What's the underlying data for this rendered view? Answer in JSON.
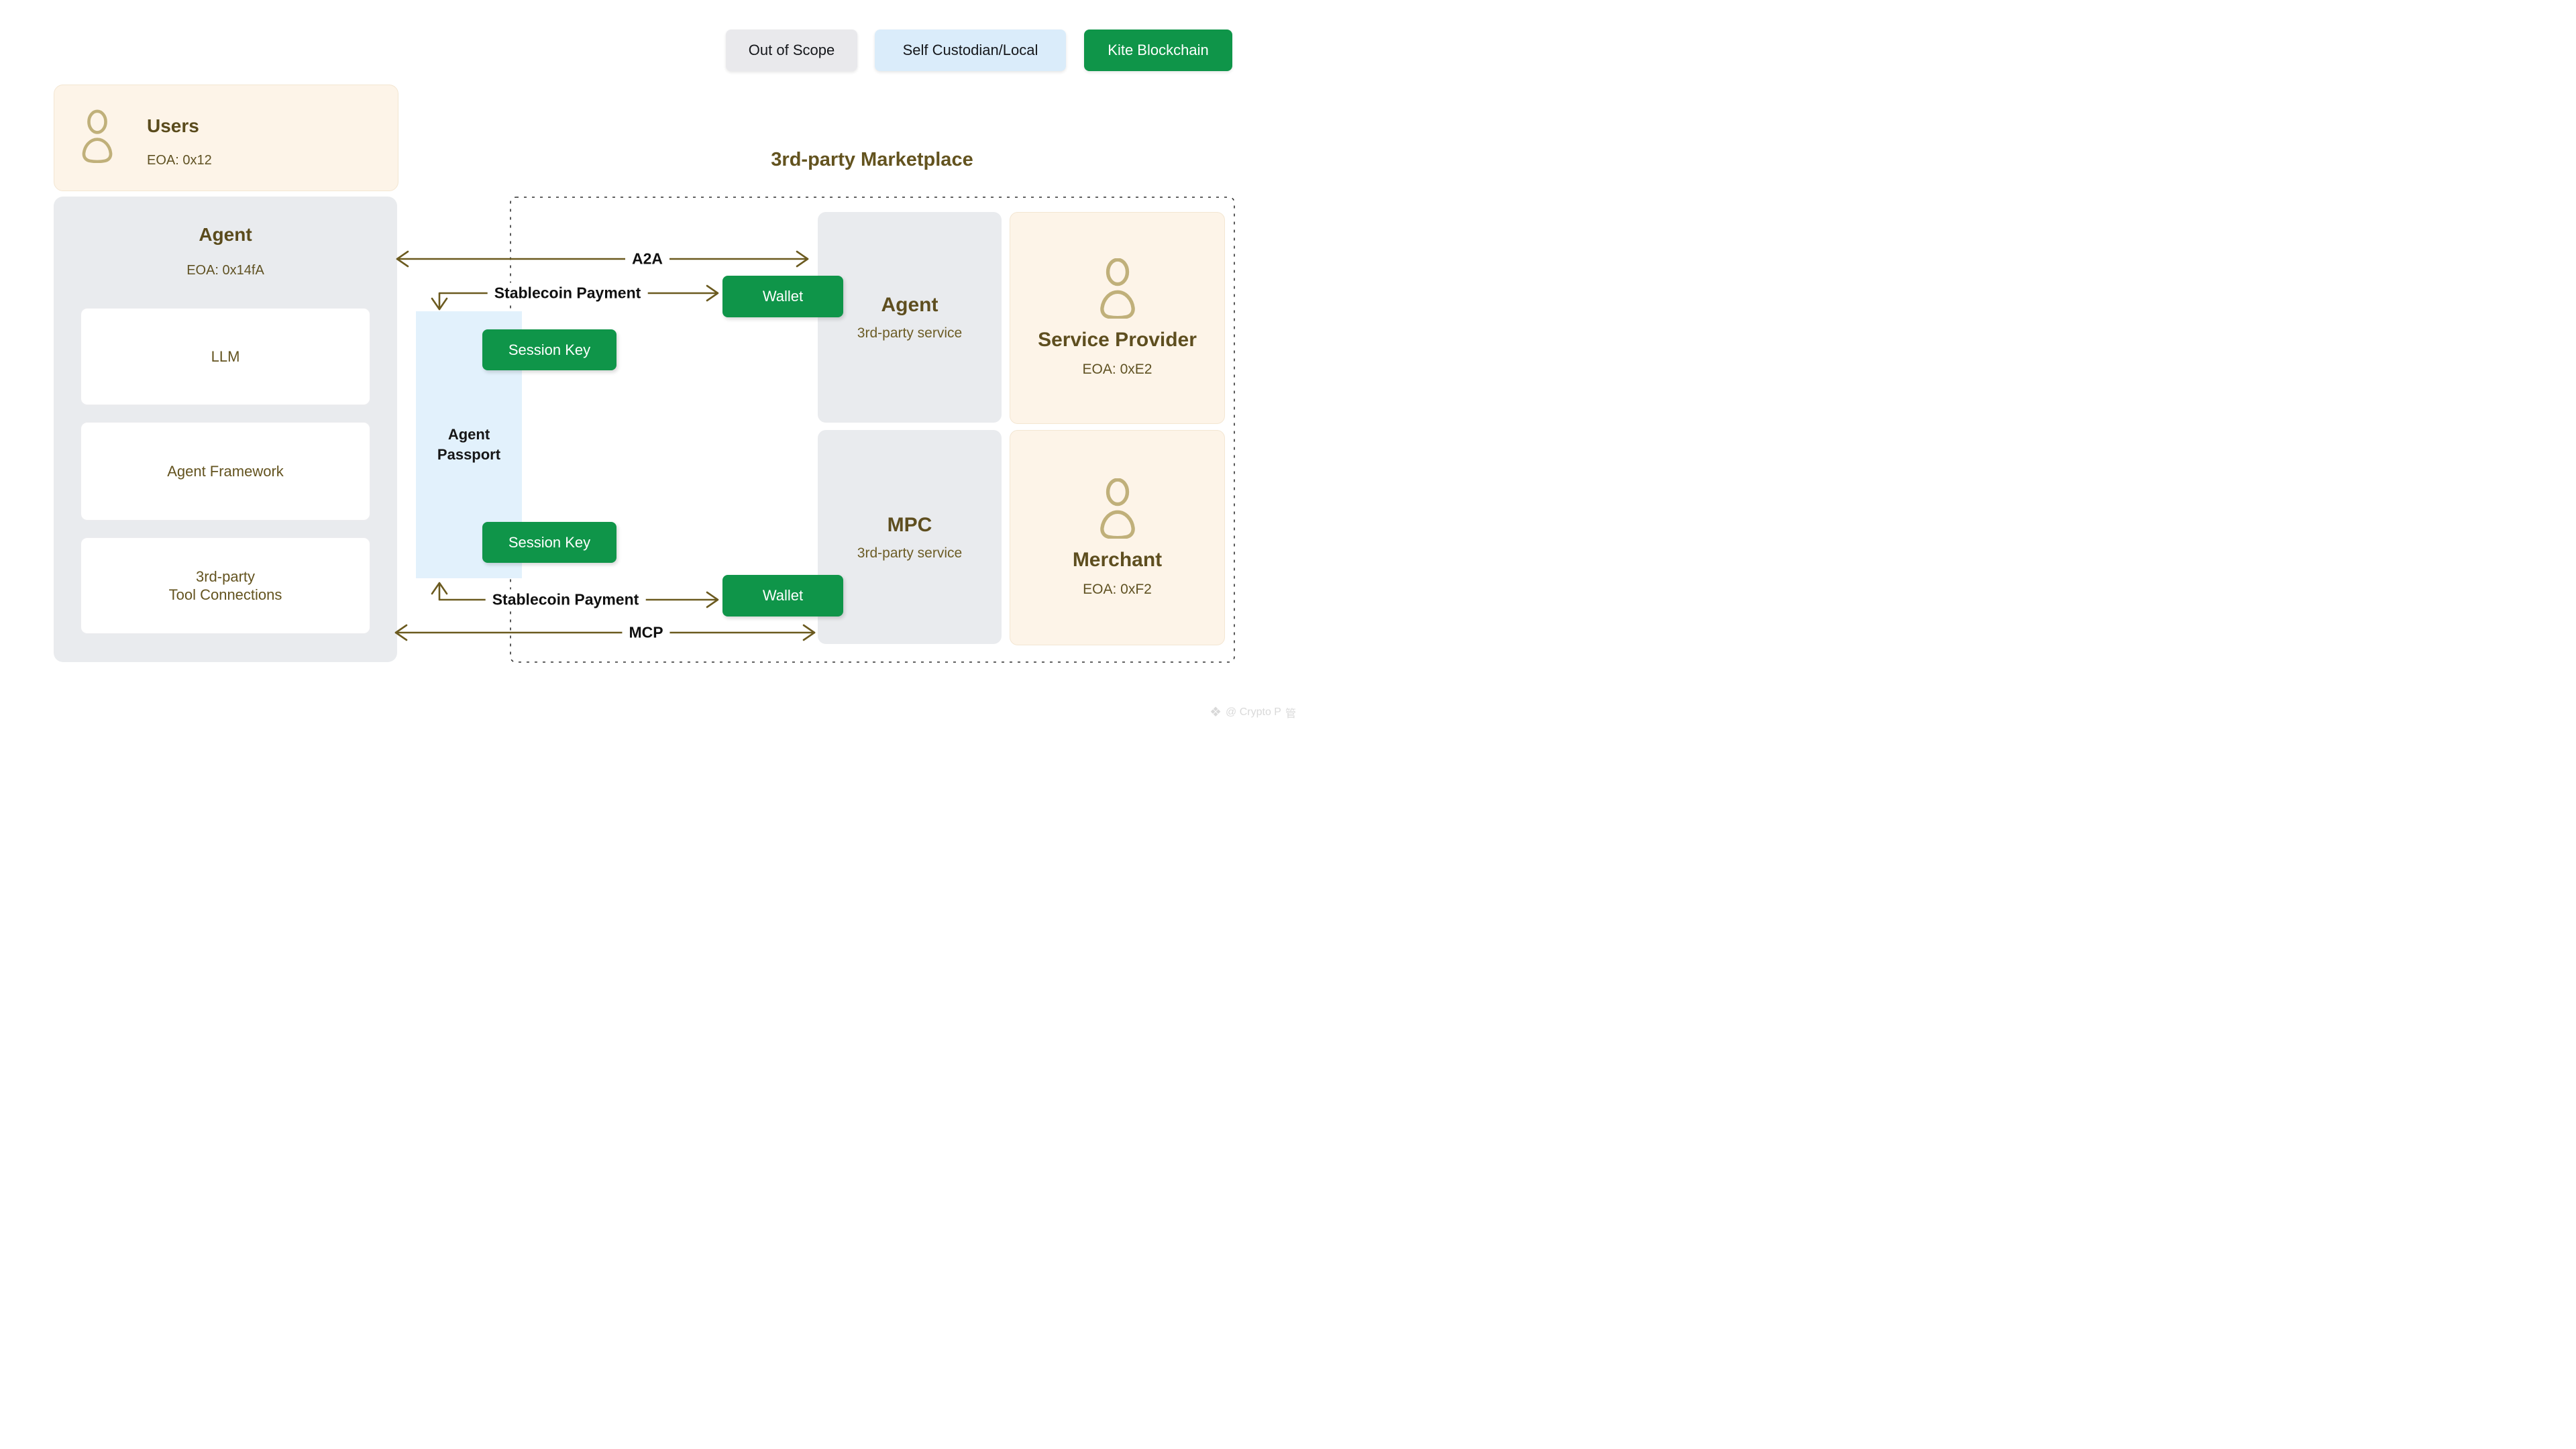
{
  "legend": {
    "out_of_scope": "Out of Scope",
    "self_custodian": "Self Custodian/Local",
    "kite_blockchain": "Kite Blockchain"
  },
  "users_box": {
    "title": "Users",
    "eoa": "EOA: 0x12"
  },
  "agent_box": {
    "title": "Agent",
    "eoa": "EOA: 0x14fA",
    "llm": "LLM",
    "framework": "Agent Framework",
    "tools_line1": "3rd-party",
    "tools_line2": "Tool Connections"
  },
  "passport": {
    "line1": "Agent",
    "line2": "Passport",
    "session_key_top": "Session Key",
    "session_key_bottom": "Session Key"
  },
  "marketplace": {
    "title": "3rd-party Marketplace",
    "agent": {
      "title": "Agent",
      "subtitle": "3rd-party service"
    },
    "service_provider": {
      "title": "Service Provider",
      "eoa": "EOA: 0xE2"
    },
    "mpc": {
      "title": "MPC",
      "subtitle": "3rd-party service"
    },
    "merchant": {
      "title": "Merchant",
      "eoa": "EOA: 0xF2"
    }
  },
  "flows": {
    "a2a": "A2A",
    "mcp": "MCP",
    "stablecoin_top": "Stablecoin Payment",
    "stablecoin_bottom": "Stablecoin Payment",
    "wallet_top": "Wallet",
    "wallet_bottom": "Wallet"
  },
  "watermark": {
    "icon": "binance-diamond-icon",
    "text": "@ Crypto P",
    "clipped_char": "管"
  },
  "colors": {
    "kite_green": "#0f9549",
    "legend_gray": "#e9e9ec",
    "legend_blue": "#daecfa",
    "passport_blue": "#e2f1fc",
    "card_gray": "#e9ebee",
    "card_cream": "#fdf4e8",
    "arrow_brown": "#6b5a1f",
    "olive_title": "#5a4b1c",
    "olive_text": "#63531f"
  }
}
